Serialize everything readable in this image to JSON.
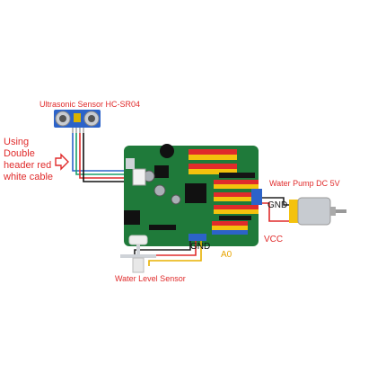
{
  "labels": {
    "ultrasonic": "Ultrasonic Sensor HC-SR04",
    "double_header_line1": "Using Double",
    "double_header_line2": "header red",
    "double_header_line3": "white cable",
    "water_pump": "Water Pump DC 5V",
    "gnd_pump": "GND",
    "vcc_pump": "VCC",
    "gnd_sensor": "GND",
    "a0_sensor": "A0",
    "water_level": "Water Level Sensor"
  },
  "colors": {
    "label_red": "#e02b2b",
    "pcb_green": "#1f7a3a",
    "wire_red": "#e02b2b",
    "wire_black": "#222222",
    "wire_yellow": "#e8b000",
    "pump_yellow": "#f4c20d"
  },
  "icons": {
    "arrow": "outline-arrow-right-icon",
    "sensor": "ultrasonic-sensor-icon",
    "board": "microcontroller-board-icon",
    "pump": "dc-motor-icon",
    "float_sensor": "float-switch-icon"
  }
}
